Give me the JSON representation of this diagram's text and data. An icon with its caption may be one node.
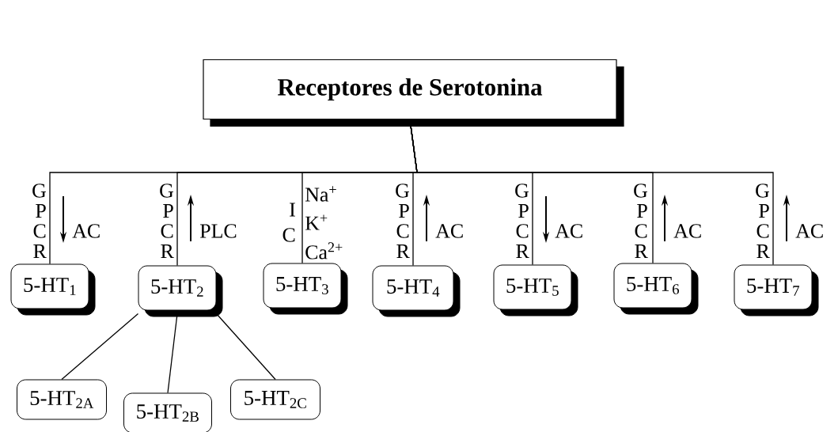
{
  "diagram": {
    "nodes": [
      {
        "text": [
          "Receptores de Serotonina"
        ]
      },
      {
        "text": [
          "5-HT$_{1}$"
        ]
      },
      {
        "text": [
          "5-HT$_{2}$"
        ]
      },
      {
        "text": [
          "5-HT$_{3}$"
        ]
      },
      {
        "text": [
          "5-HT$_{4}$"
        ]
      },
      {
        "text": [
          "5-HT$_{5}$"
        ]
      },
      {
        "text": [
          "5-HT$_{6}$"
        ]
      },
      {
        "text": [
          "5-HT$_{7}$"
        ]
      },
      {
        "text": [
          "5-HT$_{2A}$"
        ]
      },
      {
        "text": [
          "5-HT$_{2B}$"
        ]
      },
      {
        "text": [
          "5-HT$_{2C}$"
        ]
      }
    ],
    "edges": [
      {
        "from": 0,
        "to": 1,
        "arrow": "none"
      },
      {
        "from": 0,
        "to": 2,
        "arrow": "none"
      },
      {
        "from": 0,
        "to": 3,
        "arrow": "none"
      },
      {
        "from": 0,
        "to": 4,
        "arrow": "none"
      },
      {
        "from": 0,
        "to": 5,
        "arrow": "none"
      },
      {
        "from": 0,
        "to": 6,
        "arrow": "none"
      },
      {
        "from": 0,
        "to": 7,
        "arrow": "none"
      },
      {
        "from": 2,
        "to": 8,
        "arrow": "none"
      },
      {
        "from": 2,
        "to": 9,
        "arrow": "none"
      },
      {
        "from": 2,
        "to": 10,
        "arrow": "none"
      }
    ],
    "labels": [
      "G",
      "P",
      "C",
      "R",
      "AC",
      "G",
      "P",
      "C",
      "R",
      "PLC",
      "I",
      "C",
      "Na$^{+}$",
      "K$^{+}$",
      "Ca$^{2+}$",
      "G",
      "P",
      "C",
      "R",
      "AC",
      "G",
      "P",
      "C",
      "R",
      "AC",
      "G",
      "P",
      "C",
      "R",
      "AC",
      "G",
      "P",
      "C",
      "R",
      "AC"
    ]
  }
}
